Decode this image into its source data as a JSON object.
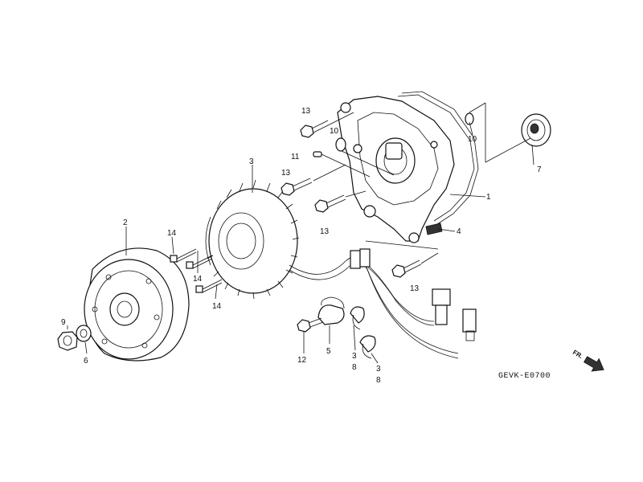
{
  "diagram": {
    "drawing_code": "GEVK-E0700",
    "direction_marker": "FR.",
    "callouts": [
      {
        "id": "c1",
        "text": "1"
      },
      {
        "id": "c2",
        "text": "2"
      },
      {
        "id": "c3a",
        "text": "3"
      },
      {
        "id": "c3b",
        "text": "3"
      },
      {
        "id": "c3c",
        "text": "3"
      },
      {
        "id": "c4",
        "text": "4"
      },
      {
        "id": "c5",
        "text": "5"
      },
      {
        "id": "c6",
        "text": "6"
      },
      {
        "id": "c7",
        "text": "7"
      },
      {
        "id": "c8a",
        "text": "8"
      },
      {
        "id": "c8b",
        "text": "8"
      },
      {
        "id": "c9",
        "text": "9"
      },
      {
        "id": "c10a",
        "text": "10"
      },
      {
        "id": "c10b",
        "text": "10"
      },
      {
        "id": "c11",
        "text": "11"
      },
      {
        "id": "c12",
        "text": "12"
      },
      {
        "id": "c13a",
        "text": "13"
      },
      {
        "id": "c13b",
        "text": "13"
      },
      {
        "id": "c13c",
        "text": "13"
      },
      {
        "id": "c13d",
        "text": "13"
      },
      {
        "id": "c14a",
        "text": "14"
      },
      {
        "id": "c14b",
        "text": "14"
      },
      {
        "id": "c14c",
        "text": "14"
      }
    ]
  }
}
